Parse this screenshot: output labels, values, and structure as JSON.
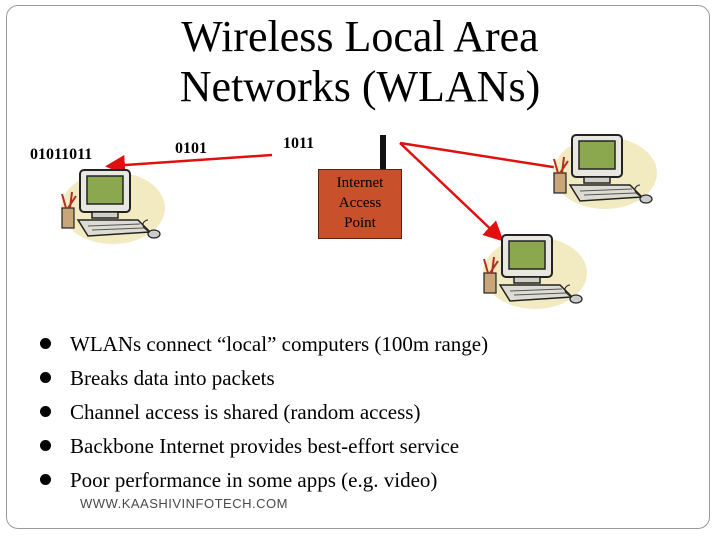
{
  "slide": {
    "title_line1": "Wireless Local Area",
    "title_line2": "Networks (WLANs)"
  },
  "diagram": {
    "bits_left": "01011011",
    "bits_middle": "0101",
    "bits_right": "1011",
    "access_point": [
      "Internet",
      "Access",
      "Point"
    ],
    "colors": {
      "access_point_fill": "#c8502a",
      "link_arrows": "#e01010"
    },
    "icons": [
      "computer-icon",
      "computer-icon",
      "computer-icon",
      "antenna-icon"
    ]
  },
  "bullets": [
    "WLANs connect “local” computers (100m range)",
    "Breaks data into packets",
    "Channel access is shared (random access)",
    "Backbone Internet provides best-effort service",
    "Poor performance in some apps (e.g. video)"
  ],
  "footer": "WWW.KAASHIVINFOTECH.COM"
}
